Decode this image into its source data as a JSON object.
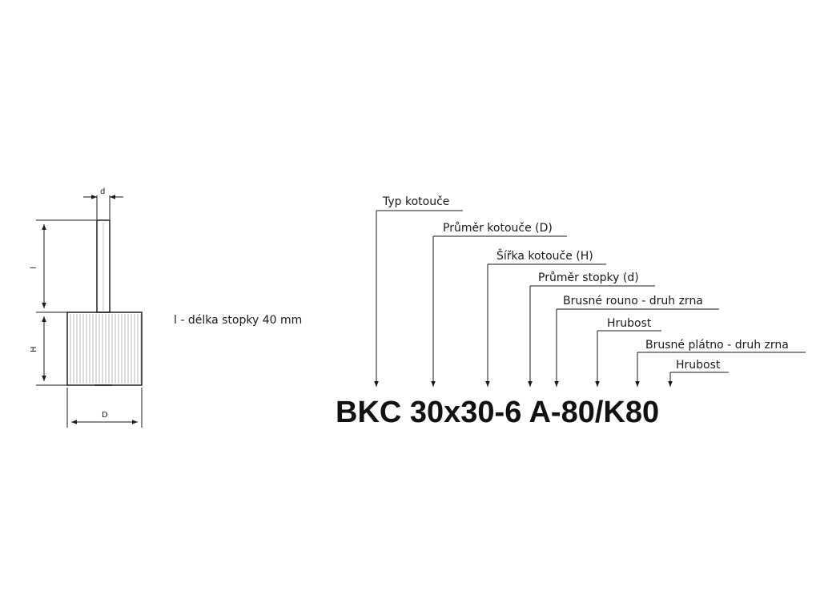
{
  "drawing": {
    "dim_d": "d",
    "dim_l": "l",
    "dim_H": "H",
    "dim_D": "D",
    "shank_note": "l - délka stopky 40 mm"
  },
  "legend": {
    "labels": [
      "Typ kotouče",
      "Průměr kotouče (D)",
      "Šířka kotouče (H)",
      "Průměr stopky (d)",
      "Brusné rouno - druh zrna",
      "Hrubost",
      "Brusné plátno - druh zrna",
      "Hrubost"
    ],
    "code": "BKC 30x30-6 A-80/K80"
  }
}
